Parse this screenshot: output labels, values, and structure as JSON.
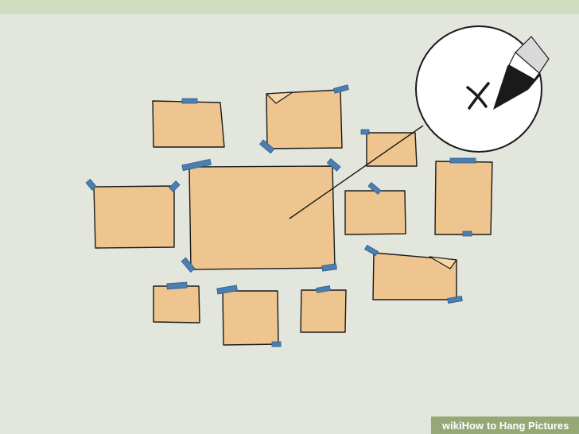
{
  "watermark": {
    "brand_prefix": "wiki",
    "brand_word": "How",
    "title": "to Hang Pictures"
  },
  "colors": {
    "background": "#e3e6dc",
    "top_bar": "#cfdcc0",
    "paper": "#efc58f",
    "tape": "#4b7fb0",
    "badge": "#97a877"
  },
  "icons": {
    "marker": "pen-marker-icon",
    "mark": "x-mark-icon"
  }
}
